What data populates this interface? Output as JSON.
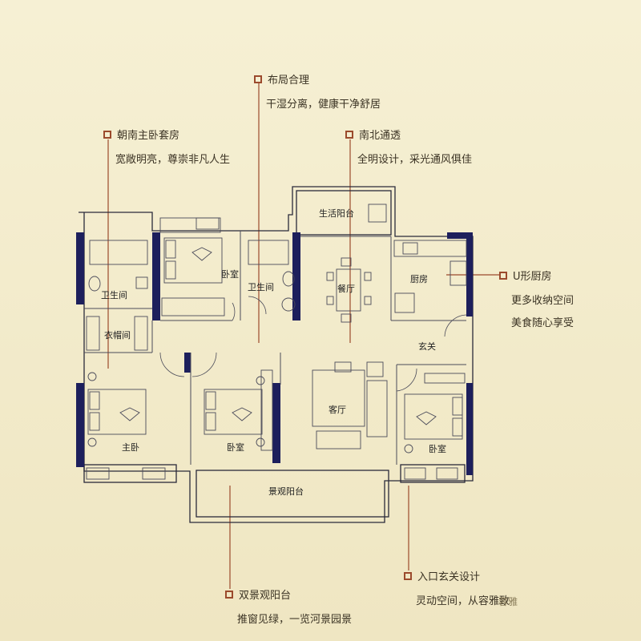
{
  "callouts": {
    "layout": {
      "title": "布局合理",
      "desc": "干湿分离，健康干净舒居"
    },
    "master": {
      "title": "朝南主卧套房",
      "desc": "宽敞明亮，尊崇非凡人生"
    },
    "ns": {
      "title": "南北通透",
      "desc": "全明设计，采光通风俱佳"
    },
    "kitchen": {
      "title": "U形厨房",
      "desc": "更多收纳空间",
      "desc2": "美食随心享受"
    },
    "balcony": {
      "title": "双景观阳台",
      "desc": "推窗见绿，一览河景园景"
    },
    "entrance": {
      "title": "入口玄关设计",
      "desc": "灵动空间，从容雅致"
    }
  },
  "rooms": {
    "living_balcony": "生活阳台",
    "bedroom1": "卧室",
    "bath1": "卫生间",
    "bath2": "卫生间",
    "cloakroom": "衣帽间",
    "dining": "餐厅",
    "kitchen": "厨房",
    "foyer": "玄关",
    "master": "主卧",
    "bedroom2": "卧室",
    "living": "客厅",
    "bedroom3": "卧室",
    "scenic_balcony": "景观阳台"
  },
  "watermark": "容雅"
}
